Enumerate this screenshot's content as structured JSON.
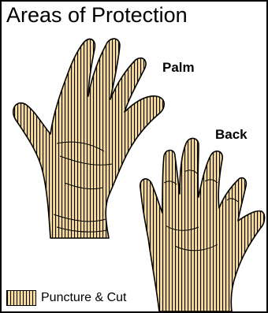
{
  "title": "Areas of Protection",
  "labels": {
    "palm": "Palm",
    "back": "Back"
  },
  "legend": {
    "label": "Puncture & Cut",
    "fill_color": "#f5d99b",
    "pattern": "vertical-stripes"
  }
}
